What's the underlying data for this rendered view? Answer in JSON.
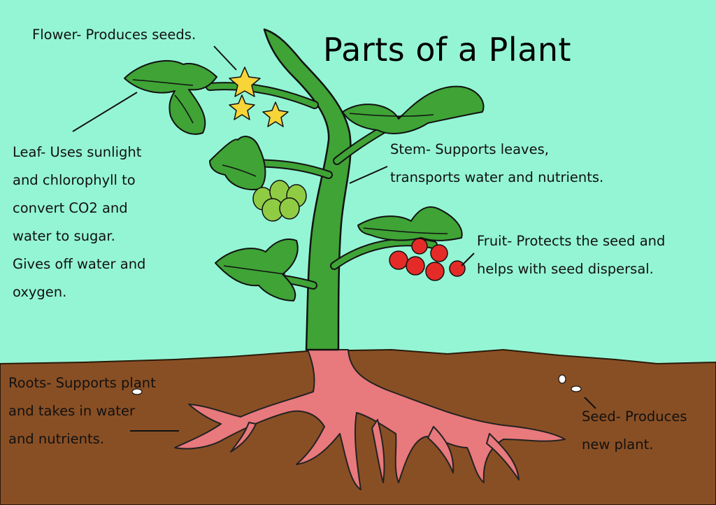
{
  "title": "Parts of a Plant",
  "colors": {
    "sky": "#94f5d4",
    "soil": "#894f24",
    "stem": "#3fa336",
    "leaf": "#3fa336",
    "root": "#e8797c",
    "flower": "#f7d438",
    "fruit": "#e52b27",
    "unripe_fruit": "#8fcc44"
  },
  "labels": {
    "flower": [
      "Flower- Produces seeds."
    ],
    "leaf": [
      "Leaf- Uses sunlight",
      "and chlorophyll to",
      "convert CO2 and",
      "water to sugar.",
      "Gives off water and",
      "oxygen."
    ],
    "stem": [
      "Stem- Supports leaves,",
      "transports water and nutrients."
    ],
    "fruit": [
      "Fruit- Protects the seed and",
      "helps with seed dispersal."
    ],
    "roots": [
      "Roots- Supports plant",
      "and takes in water",
      "and nutrients."
    ],
    "seed": [
      "Seed- Produces",
      "new plant."
    ]
  }
}
